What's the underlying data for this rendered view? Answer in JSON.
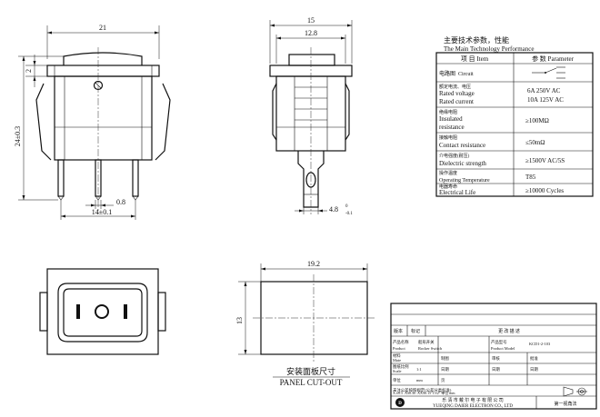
{
  "dims": {
    "front_width": "21",
    "top_gap": "2",
    "height": "24±0.3",
    "pin_width": "0.8",
    "pin_pitch": "14±0.1",
    "side_width": "15",
    "side_inner": "12.8",
    "terminal_width": "4.8",
    "terminal_tol_upper": "0",
    "terminal_tol_lower": "-0.1",
    "cutout_width": "19.2",
    "cutout_height": "13"
  },
  "panel_cutout": {
    "zh": "安装面板尺寸",
    "en": "PANEL CUT-OUT"
  },
  "spec": {
    "title_zh": "主要技术参数，性能",
    "title_en": "The Main Technology Performance",
    "header_item": "项 目 Item",
    "header_param": "参 数 Parameter",
    "rows": [
      {
        "zh": "电路图",
        "en": "Circuit",
        "value": ""
      },
      {
        "zh": "额定电流、电压",
        "en": "Rated voltage",
        "en2": "Rated current",
        "value": "6A 250V AC",
        "value2": "10A 125V AC"
      },
      {
        "zh": "绝缘电阻",
        "en": "Insulated",
        "en2": "resistance",
        "value": "≥100MΩ"
      },
      {
        "zh": "接触电阻",
        "en": "Contact resistance",
        "value": "≤50mΩ"
      },
      {
        "zh": "介电强度(耐压)",
        "en": "Dielectric strength",
        "value": "≥1500V AC/5S"
      },
      {
        "zh": "操作温度",
        "en": "Operating Temperature",
        "value": "T85"
      },
      {
        "zh": "电器寿命",
        "en": "Electrical Life",
        "value": "≥10000  Cycles"
      }
    ]
  },
  "title_block": {
    "rev_label": "版本",
    "mark_label": "标记",
    "change_desc": "更 改 描 述",
    "product_name_zh": "产品名称",
    "product_name_en": "Product",
    "product_name_value": "船形开关",
    "product_name_value_en": "Rocker Switch",
    "model_zh": "产品型号",
    "model_en": "Product Model",
    "model_value": "KCD1-2-103",
    "material_zh": "材料",
    "material_en": "Mate",
    "drawn": "制图",
    "checked": "审核",
    "approved": "批准",
    "date": "日期",
    "scale_zh": "图纸比例",
    "scale_en": "Scale",
    "scale_value": "1:1",
    "unit_label": "单位",
    "unit_value": "mm",
    "page_label": "页",
    "tolerance_note": "未注公差按照规定(公差分类标准)",
    "tolerance_values": "X.±0.5   .X±0.30   .XX±0.15   ∠±2°    单位 mm",
    "company_zh": "乐 清 市 戴 尔 电 子 有 限 公 司",
    "company_en": "YUEQING DAIER ELECTRON CO., LTD",
    "projection": "第一视角法"
  }
}
